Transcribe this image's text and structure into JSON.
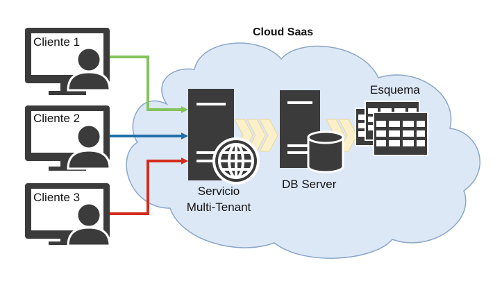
{
  "cloud": {
    "title": "Cloud Saas"
  },
  "clients": [
    {
      "label": "Cliente 1",
      "arrow_color": "#82c35d",
      "icon": "user-monitor-icon"
    },
    {
      "label": "Cliente 2",
      "arrow_color": "#1f6fab",
      "icon": "user-monitor-icon"
    },
    {
      "label": "Cliente 3",
      "arrow_color": "#d42c1c",
      "icon": "user-monitor-icon"
    }
  ],
  "service": {
    "label_line1": "Servicio",
    "label_line2": "Multi-Tenant",
    "icon": "server-globe-icon"
  },
  "db": {
    "label": "DB Server",
    "icon": "server-database-icon"
  },
  "schema": {
    "label": "Esquema",
    "icon": "tables-icon"
  },
  "colors": {
    "cloud_fill": "#dde8f7",
    "cloud_stroke": "#8aa6c8",
    "icon_dark": "#3b3b3b",
    "chevron_fill": "#fbf0c9",
    "chevron_stroke": "#e9d79a"
  }
}
